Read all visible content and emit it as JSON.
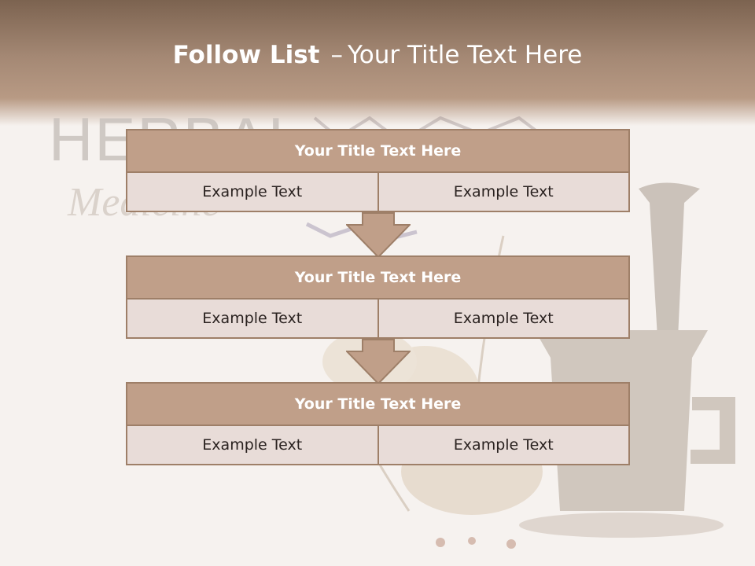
{
  "slide": {
    "title_bold": "Follow List",
    "title_sep": "–",
    "title_rest": "Your Title Text Here"
  },
  "watermark": {
    "text": "HERBAL",
    "script_text": "Medicine"
  },
  "blocks": [
    {
      "title": "Your Title Text Here",
      "cells": [
        "Example Text",
        "Example Text"
      ]
    },
    {
      "title": "Your Title Text Here",
      "cells": [
        "Example Text",
        "Example Text"
      ]
    },
    {
      "title": "Your Title Text Here",
      "cells": [
        "Example Text",
        "Example Text"
      ]
    }
  ],
  "colors": {
    "header": "#a48874",
    "block_title_fill": "#c09f89",
    "block_border": "#9e7f68",
    "cell_fill": "#e8dcd8",
    "arrow_fill": "#c09f89"
  }
}
